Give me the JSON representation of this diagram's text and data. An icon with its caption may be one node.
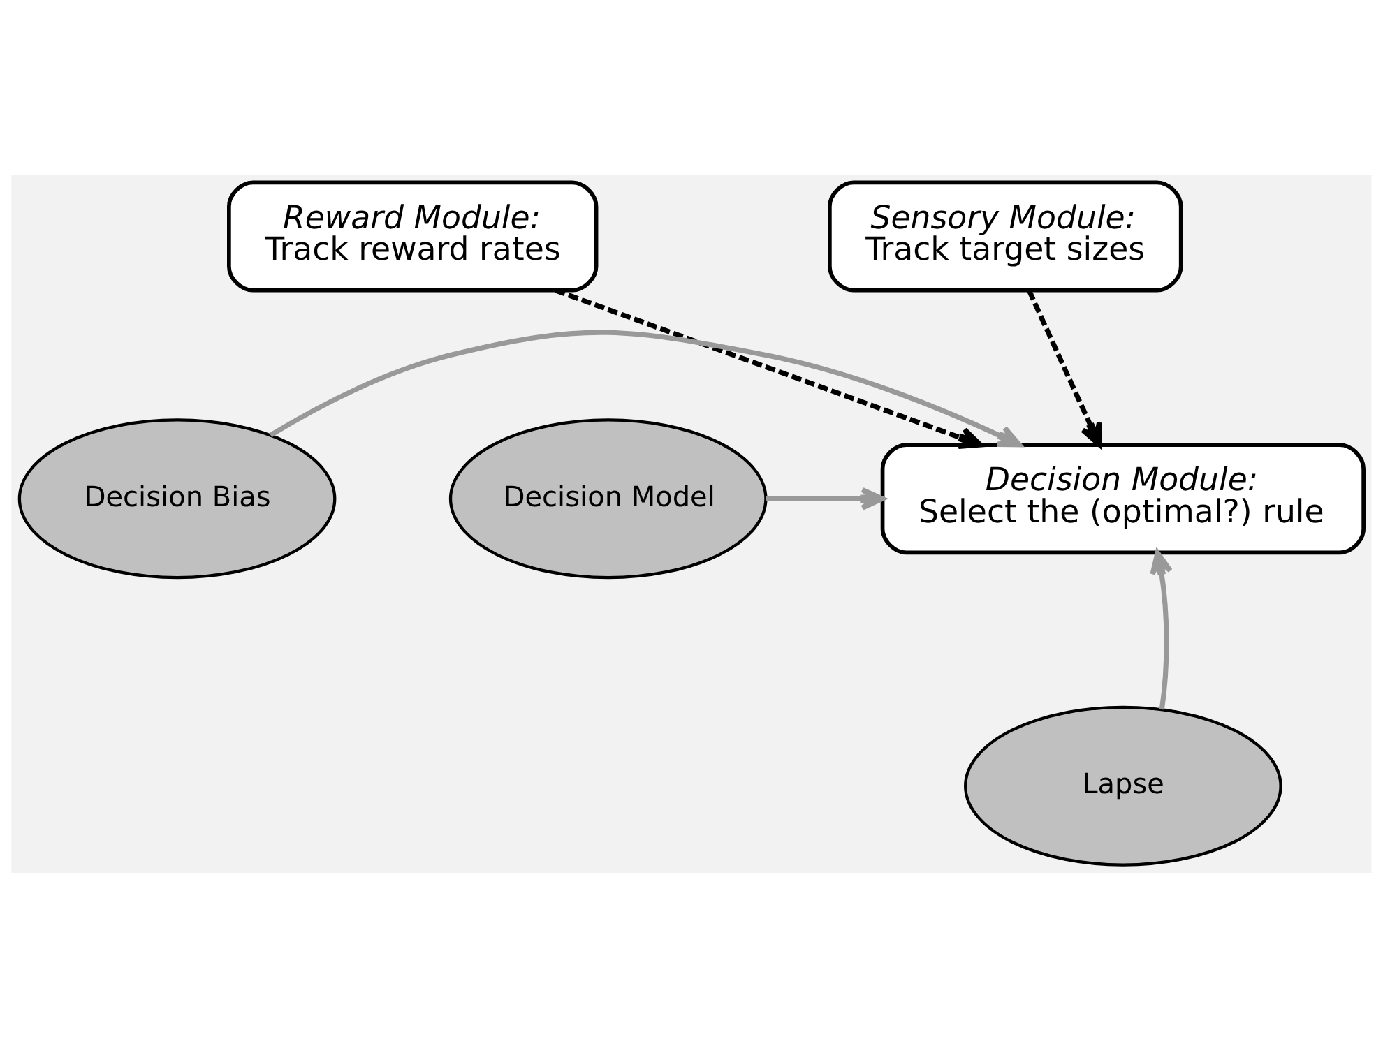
{
  "diagram": {
    "nodes": [
      {
        "text": [
          "Sensory Module:",
          "Track target sizes"
        ]
      },
      {
        "text": [
          "Reward Module:",
          "Track reward rates"
        ]
      },
      {
        "text": [
          "Decision Module:",
          "Select the (optimal?) rule"
        ]
      },
      {
        "text": [
          "Decision Model"
        ]
      },
      {
        "text": [
          "Decision Bias"
        ]
      },
      {
        "text": [
          "Lapse"
        ]
      }
    ],
    "edges": [
      {
        "from": 0,
        "to": 2,
        "arrow": "to",
        "style": "dashed",
        "color": "#000000"
      },
      {
        "from": 1,
        "to": 2,
        "arrow": "to",
        "style": "dashed",
        "color": "#000000"
      },
      {
        "from": 3,
        "to": 2,
        "arrow": "to"
      },
      {
        "from": 4,
        "to": 2,
        "arrow": "to"
      },
      {
        "from": 5,
        "to": 2,
        "arrow": "to"
      }
    ]
  }
}
